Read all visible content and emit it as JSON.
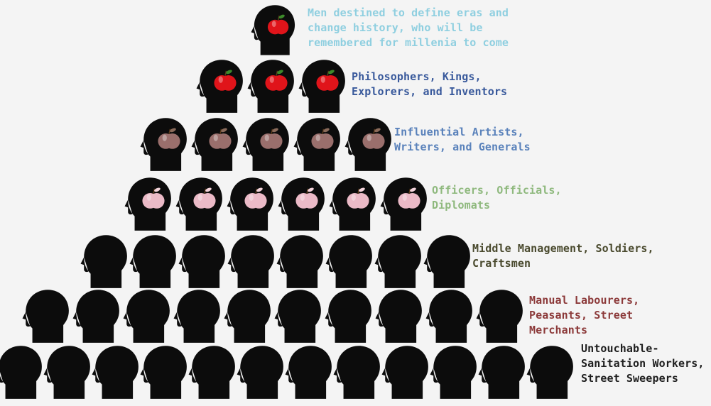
{
  "tiers": [
    {
      "label": "Men destined to define eras and\nchange history, who will be\nremembered for millenia to come",
      "count": 1,
      "apple": "red-apple",
      "color": "#8fcfe0"
    },
    {
      "label": "Philosophers, Kings,\nExplorers, and Inventors",
      "count": 3,
      "apple": "red-apple",
      "color": "#3a5a9c"
    },
    {
      "label": "Influential Artists,\nWriters, and Generals",
      "count": 5,
      "apple": "brown-apple",
      "color": "#5a82bb"
    },
    {
      "label": "Officers, Officials,\nDiplomats",
      "count": 6,
      "apple": "pink-apple",
      "color": "#8fb97e"
    },
    {
      "label": "Middle Management, Soldiers,\nCraftsmen",
      "count": 8,
      "apple": "none",
      "color": "#4a4a2e"
    },
    {
      "label": "Manual Labourers,\nPeasants, Street\nMerchants",
      "count": 10,
      "apple": "none",
      "color": "#8c3a3a"
    },
    {
      "label": "Untouchable-\nSanitation Workers,\nStreet Sweepers",
      "count": 12,
      "apple": "none",
      "color": "#1e1e1e"
    }
  ],
  "apple_colors": {
    "red-apple": "#e0141a",
    "brown-apple": "#9a6f6c",
    "pink-apple": "#ebbac7"
  }
}
